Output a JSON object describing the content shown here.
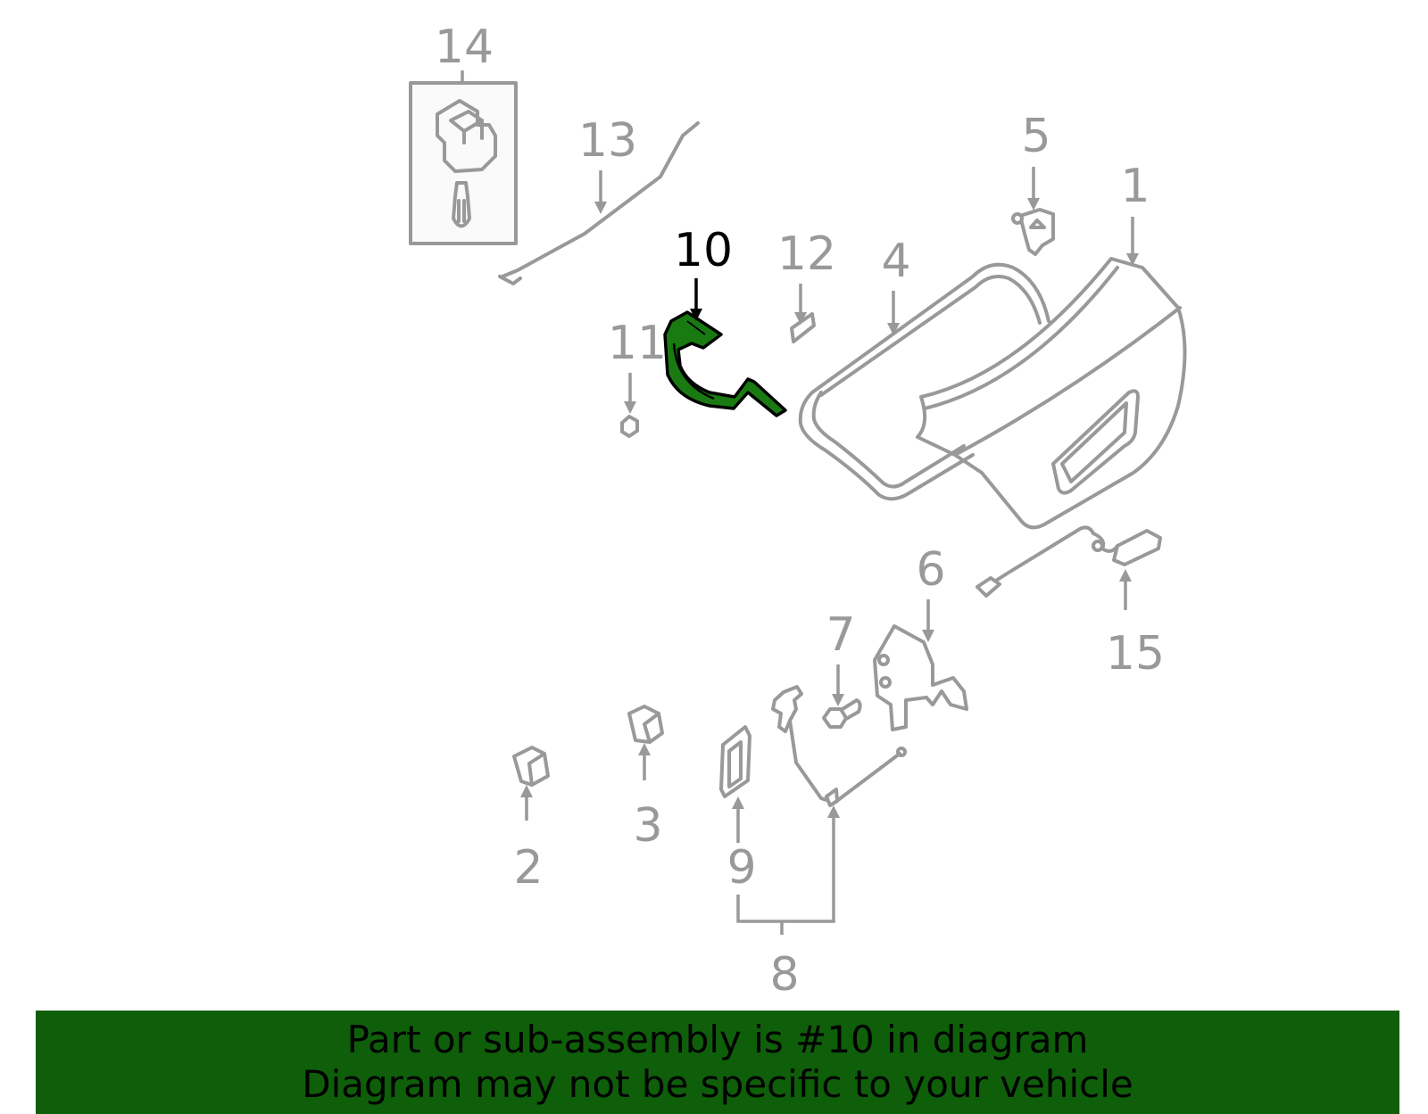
{
  "colors": {
    "highlight": "#0f5e0a",
    "part_stroke": "#999999",
    "label_color": "#999999",
    "highlight_label_color": "#000000",
    "banner_bg": "#0f5e0a"
  },
  "callouts": [
    {
      "id": "1",
      "label": "1"
    },
    {
      "id": "2",
      "label": "2"
    },
    {
      "id": "3",
      "label": "3"
    },
    {
      "id": "4",
      "label": "4"
    },
    {
      "id": "5",
      "label": "5"
    },
    {
      "id": "6",
      "label": "6"
    },
    {
      "id": "7",
      "label": "7"
    },
    {
      "id": "8",
      "label": "8"
    },
    {
      "id": "9",
      "label": "9"
    },
    {
      "id": "10",
      "label": "10",
      "highlighted": true
    },
    {
      "id": "11",
      "label": "11"
    },
    {
      "id": "12",
      "label": "12"
    },
    {
      "id": "13",
      "label": "13"
    },
    {
      "id": "14",
      "label": "14"
    },
    {
      "id": "15",
      "label": "15"
    }
  ],
  "banner": {
    "line1": "Part or sub-assembly is #10 in diagram",
    "line2": "Diagram may not be specific to your vehicle"
  }
}
